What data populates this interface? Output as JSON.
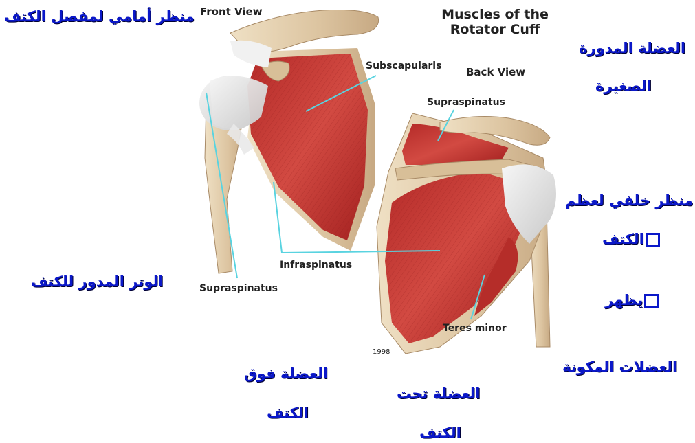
{
  "diagram": {
    "title_line1": "Muscles of the",
    "title_line2": "Rotator Cuff",
    "front_view": "Front View",
    "back_view": "Back View",
    "labels": {
      "subscapularis": "Subscapularis",
      "supraspinatus_back": "Supraspinatus",
      "infraspinatus": "Infraspinatus",
      "supraspinatus_front": "Supraspinatus",
      "teres_minor": "Teres minor",
      "year": "1998"
    }
  },
  "arabic_labels": {
    "front_view_shoulder": "منظر أمامي لمفصل الكتف",
    "rotator_muscle_small": "العضلة المدورة",
    "rotator_muscle_small_2": "الصغيرة",
    "back_view_1": "منظر خلفي لعظم",
    "back_view_2": "الكتف",
    "back_view_3": "يظهر",
    "tendon": "الوتر المدور للكتف",
    "supraspinatus_1": "العضلة فوق",
    "supraspinatus_2": "الكتف",
    "infraspinatus_1": "العضلة تحت",
    "infraspinatus_2": "الكتف",
    "composing_muscles": "العضلات المكونة"
  },
  "colors": {
    "muscle": "#c0332f",
    "bone": "#dcc4a0",
    "leader_line": "#59d3e0",
    "arabic_text": "#0b18c9"
  }
}
